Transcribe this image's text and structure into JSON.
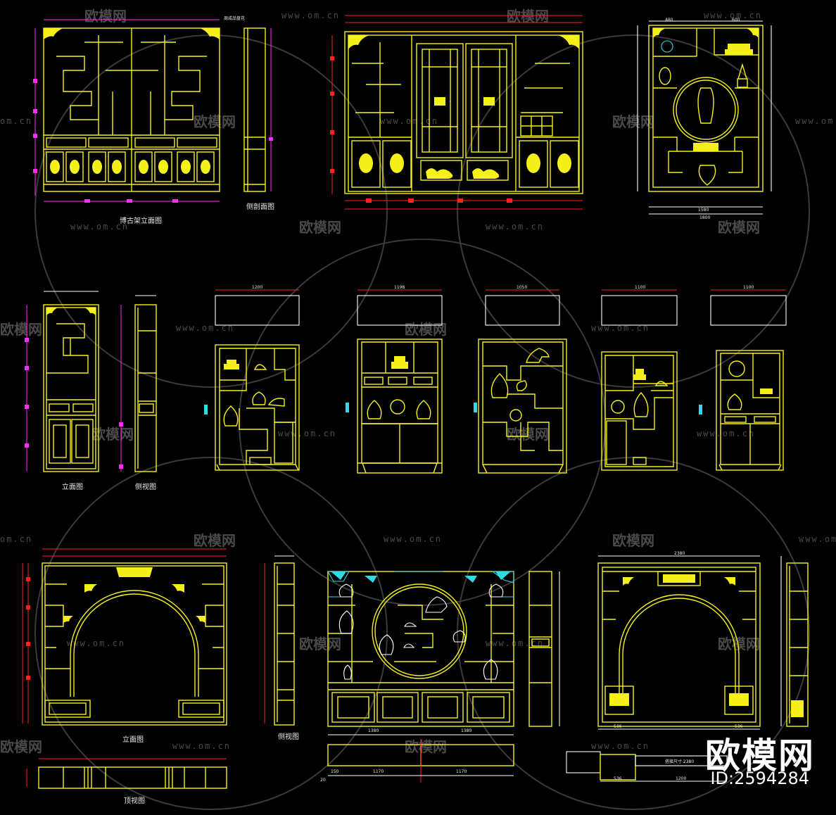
{
  "watermark": {
    "text": "欧模网",
    "url": "www.om.cn",
    "url_partial": "om.cn"
  },
  "brand": {
    "name": "欧模网",
    "id": "ID:2594284"
  },
  "labels": {
    "bogujia_elevation": "博古架立面图",
    "side_section": "侧剖面图",
    "elevation_a": "立面图",
    "side_view_a": "侧视图",
    "elevation_b": "立面图",
    "side_view_b": "侧视图",
    "top_view": "顶视图",
    "top_note": "周成品盘花"
  },
  "dimensions": {
    "d1200": "1200",
    "d1198": "1198",
    "d1050": "1050",
    "d1100a": "1100",
    "d1100b": "1100",
    "d2380": "2380",
    "d1380a": "1380",
    "d1380b": "1380",
    "d1170a": "1170",
    "d1170b": "1170",
    "d536a": "536",
    "d536b": "536",
    "d536c": "536",
    "d1200b": "1200",
    "d2380b": "搭接尺寸 2380",
    "d20": "20",
    "d150": "150",
    "d1580": "1580",
    "d1800": "1800"
  },
  "colors": {
    "line": "#f5f01a",
    "dimension_magenta": "#ff2cff",
    "dimension_red": "#ff2222",
    "dimension_cyan": "#2fd9e6",
    "text": "#e8e8e8",
    "background": "#000000"
  }
}
